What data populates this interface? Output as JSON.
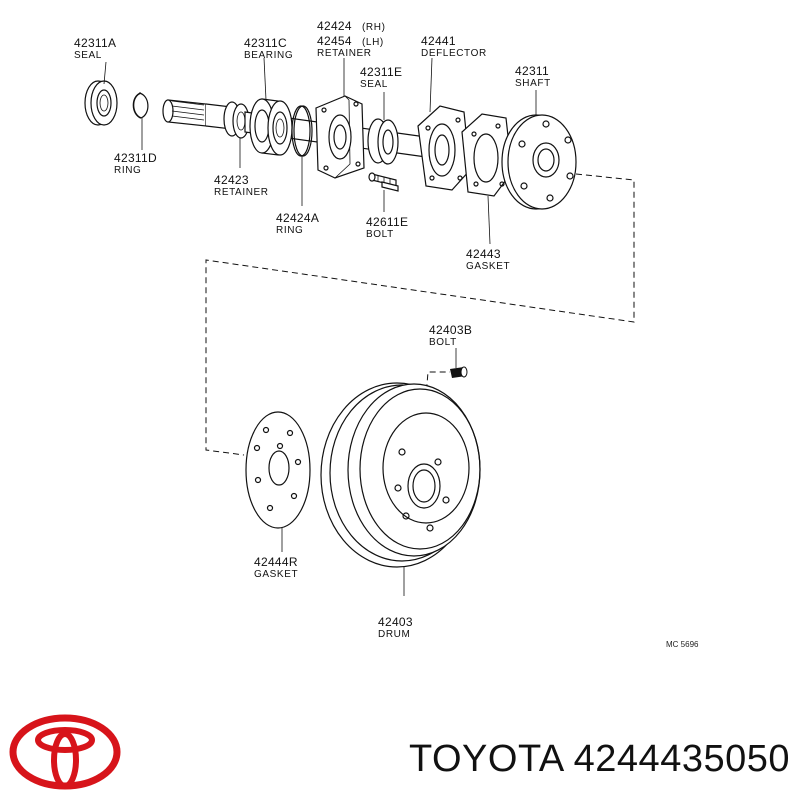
{
  "parts": [
    {
      "id": "seal-a",
      "number": "42311A",
      "name": "SEAL"
    },
    {
      "id": "bearing",
      "number": "42311C",
      "name": "BEARING"
    },
    {
      "id": "retainer-rh-lh",
      "number_rh": "42424",
      "side_rh": "(RH)",
      "number_lh": "42454",
      "side_lh": "(LH)",
      "name": "RETAINER"
    },
    {
      "id": "deflector",
      "number": "42441",
      "name": "DEFLECTOR"
    },
    {
      "id": "seal-e",
      "number": "42311E",
      "name": "SEAL"
    },
    {
      "id": "shaft",
      "number": "42311",
      "name": "SHAFT"
    },
    {
      "id": "ring-d",
      "number": "42311D",
      "name": "RING"
    },
    {
      "id": "retainer",
      "number": "42423",
      "name": "RETAINER"
    },
    {
      "id": "ring-a",
      "number": "42424A",
      "name": "RING"
    },
    {
      "id": "bolt-e",
      "number": "42611E",
      "name": "BOLT"
    },
    {
      "id": "gasket",
      "number": "42443",
      "name": "GASKET"
    },
    {
      "id": "bolt-b",
      "number": "42403B",
      "name": "BOLT"
    },
    {
      "id": "gasket-r",
      "number": "42444R",
      "name": "GASKET"
    },
    {
      "id": "drum",
      "number": "42403",
      "name": "DRUM"
    }
  ],
  "figure_code": "MC 5696",
  "brand": {
    "name": "TOYOTA",
    "part_number": "4244435050",
    "logo_color": "#d7141a"
  }
}
